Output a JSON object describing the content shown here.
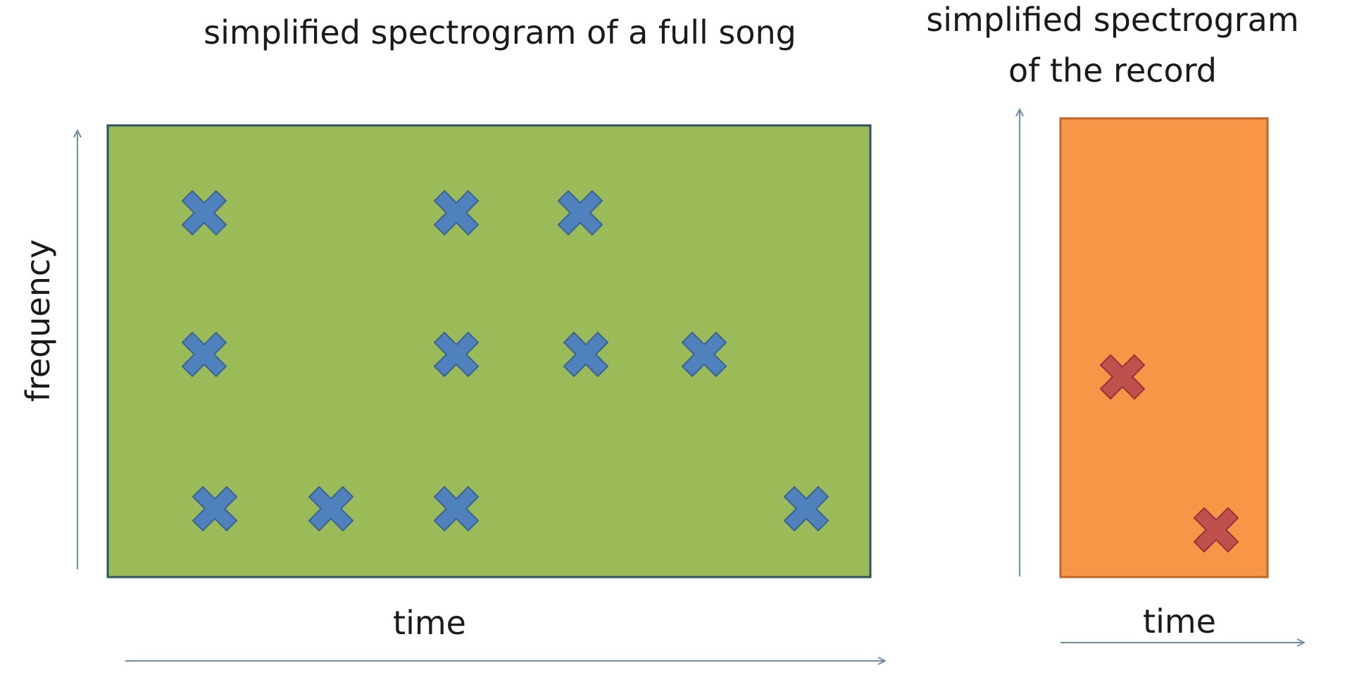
{
  "song_panel": {
    "title": "simplified spectrogram of a full song",
    "ylabel": "frequency",
    "xlabel": "time",
    "fill_color": "#9BBB59",
    "border_color": "#2F5068",
    "marker_color": "#4F81BD",
    "marker_border": "#3A6391",
    "markers": [
      {
        "t": 1,
        "f": 3
      },
      {
        "t": 3,
        "f": 3
      },
      {
        "t": 4,
        "f": 3
      },
      {
        "t": 1,
        "f": 2
      },
      {
        "t": 3,
        "f": 2
      },
      {
        "t": 4,
        "f": 2
      },
      {
        "t": 5,
        "f": 2
      },
      {
        "t": 1,
        "f": 1
      },
      {
        "t": 2,
        "f": 1
      },
      {
        "t": 3,
        "f": 1
      },
      {
        "t": 6,
        "f": 1
      }
    ]
  },
  "record_panel": {
    "title_line1": "simplified spectrogram",
    "title_line2": "of the record",
    "xlabel": "time",
    "fill_color": "#F79646",
    "border_color": "#C0662A",
    "marker_color": "#C0504D",
    "marker_border": "#8C3836",
    "markers": [
      {
        "t": 1,
        "f": 2
      },
      {
        "t": 2,
        "f": 1
      }
    ]
  },
  "axis_color": "#6F8FAF"
}
